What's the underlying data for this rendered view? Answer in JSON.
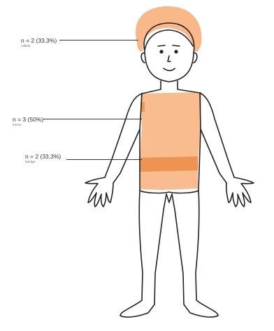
{
  "colors": {
    "highlight": "#f7b07a",
    "highlight_dark": "#ec8d45",
    "outline": "#222222",
    "skin": "#ffffff"
  },
  "annotations": {
    "hair": {
      "value": "n = 2 (33,3%)",
      "region": "cabelo"
    },
    "torso": {
      "value": "n = 3 (50%)",
      "region": "tronco"
    },
    "belly": {
      "value": "n = 2 (33,3%)",
      "region": "barriga"
    }
  }
}
